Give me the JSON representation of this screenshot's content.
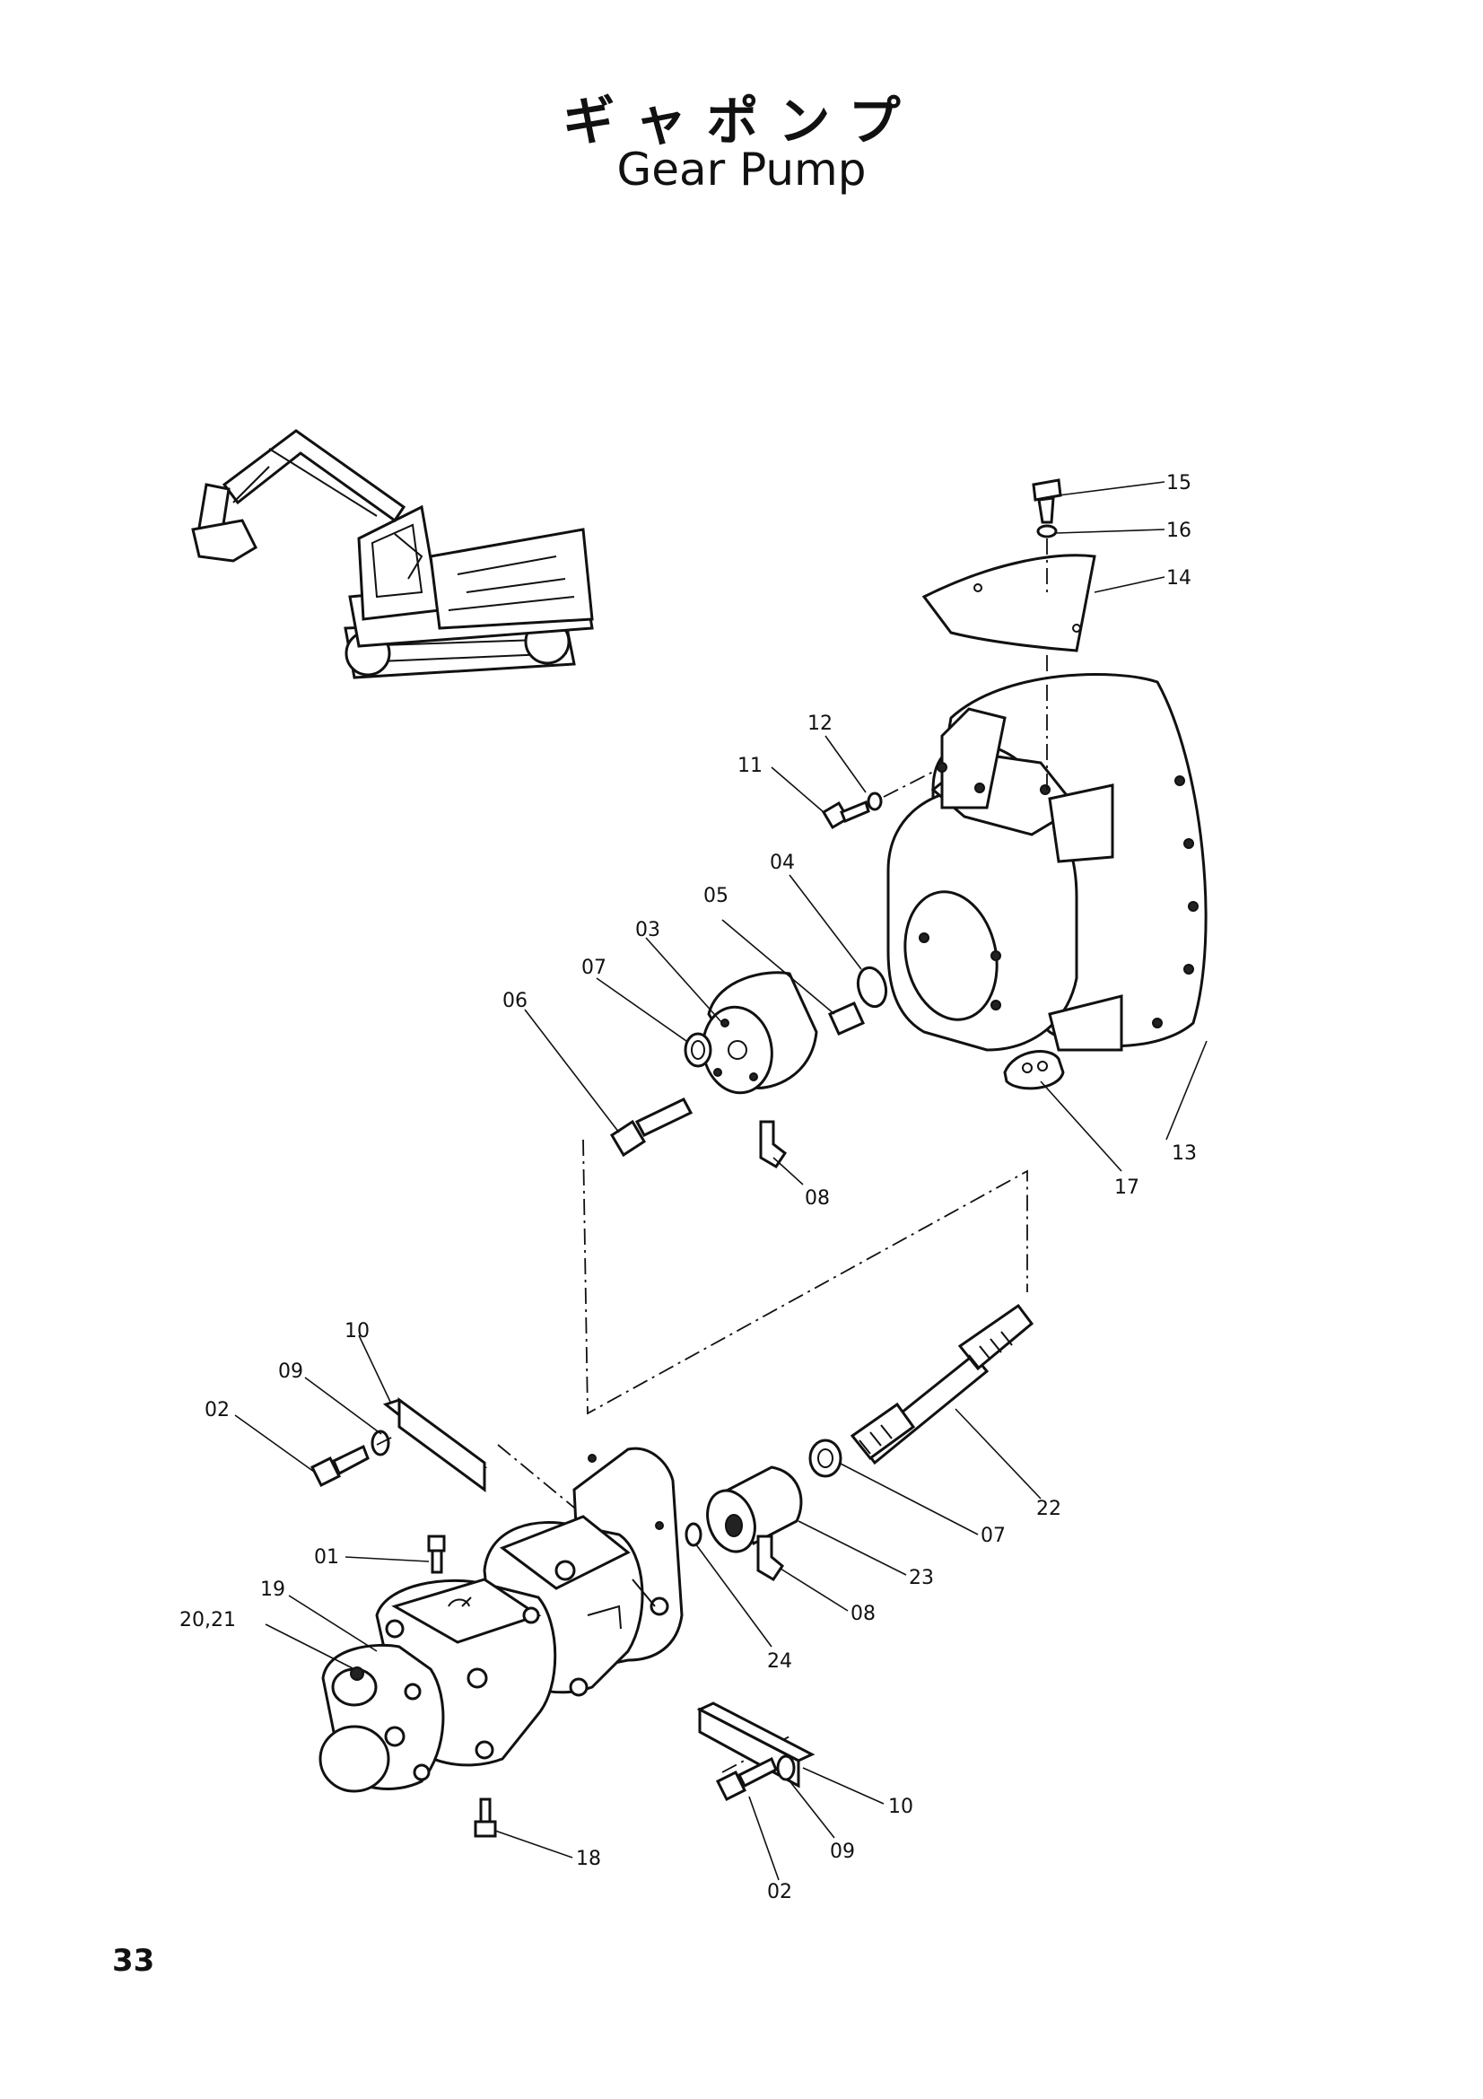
{
  "title": {
    "japanese": "ギャポンプ",
    "english": "Gear Pump"
  },
  "page_number": "33",
  "part_labels": {
    "p01": "01",
    "p02a": "02",
    "p02b": "02",
    "p03": "03",
    "p04": "04",
    "p05": "05",
    "p06": "06",
    "p07a": "07",
    "p07b": "07",
    "p08a": "08",
    "p08b": "08",
    "p09a": "09",
    "p09b": "09",
    "p10a": "10",
    "p10b": "10",
    "p11": "11",
    "p12": "12",
    "p13": "13",
    "p14": "14",
    "p15": "15",
    "p16": "16",
    "p17": "17",
    "p18": "18",
    "p19": "19",
    "p2021": "20,21",
    "p22": "22",
    "p23": "23",
    "p24": "24"
  }
}
